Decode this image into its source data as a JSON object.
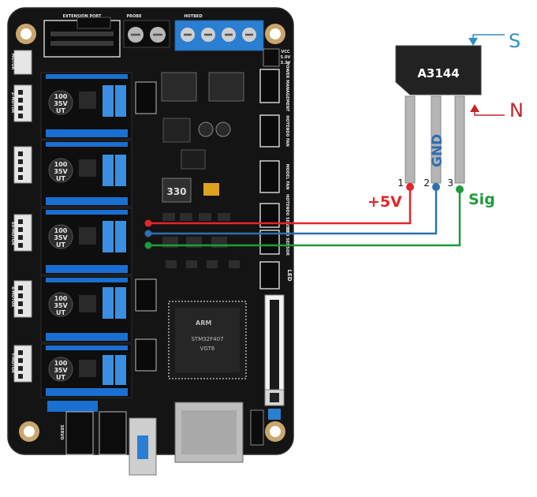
{
  "sensor": {
    "part_number": "A3144",
    "face_s_label": "S",
    "face_n_label": "N",
    "pins": [
      {
        "number": "1",
        "label": "+5V",
        "color": "#e3262a"
      },
      {
        "number": "2",
        "label": "GND",
        "color": "#2f6eb3"
      },
      {
        "number": "3",
        "label": "Sig",
        "color": "#1e9b3b"
      }
    ],
    "arrow_s_color": "#2f8fc9",
    "arrow_n_color": "#c0262b"
  },
  "board": {
    "pcb_color": "#141414",
    "ports": [
      "EXTENSION PORT",
      "PROBE",
      "HOTBED",
      "POWER MANAGEMENT",
      "HOTEND0 FAN",
      "MODEL FAN",
      "HOTEND0 SENSOR",
      "BED SENSOR",
      "LED",
      "VCC",
      "5.0V",
      "3.3V",
      "SERVO",
      "Z-MOTOR",
      "X-MOTOR",
      "Y-MOTOR",
      "E0-MOTOR",
      "MOTOR"
    ],
    "inductor_marking": "330",
    "capacitor_marking": [
      "100",
      "35V",
      "UT"
    ],
    "mcu_marking": [
      "ARM",
      "STM32F407",
      "VGT6"
    ]
  }
}
